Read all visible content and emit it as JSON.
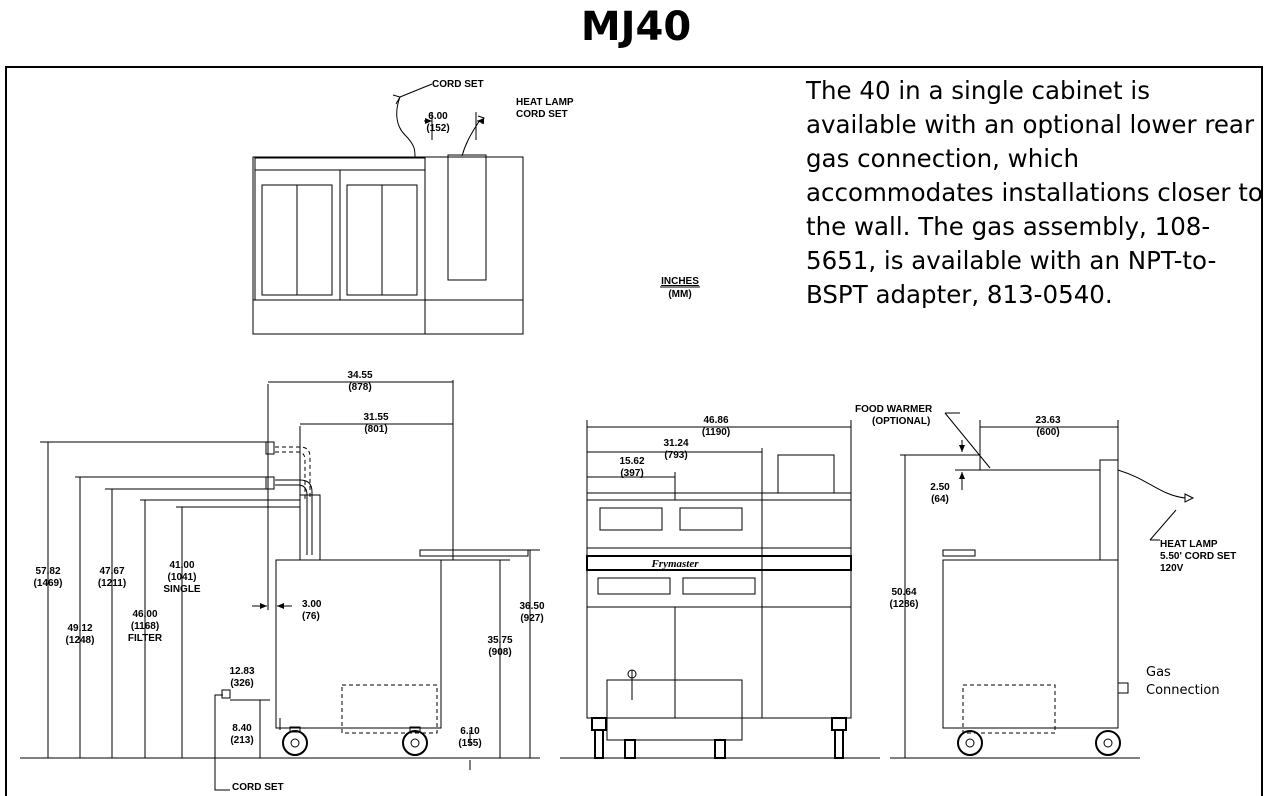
{
  "title": "MJ40",
  "description": "The 40 in a single cabinet is available with an optional lower rear gas connection, which accommodates installations closer to the wall. The gas assembly, 108-5651, is available with an NPT-to-BSPT adapter, 813-0540.",
  "units": {
    "top": "INCHES",
    "bottom": "(MM)"
  },
  "brand": "Frymaster",
  "labels": {
    "cord_set_top": "CORD SET",
    "heat_lamp_cord_set_1": "HEAT LAMP",
    "heat_lamp_cord_set_2": "CORD SET",
    "cord_set_bottom": "CORD SET",
    "food_warmer_1": "FOOD WARMER",
    "food_warmer_2": "(OPTIONAL)",
    "heat_lamp_1": "HEAT LAMP",
    "heat_lamp_2": "5.50' CORD SET",
    "heat_lamp_3": "120V",
    "gas_connection": "Gas Connection"
  },
  "dimensions": {
    "d_600": {
      "in": "6.00",
      "mm": "(152)"
    },
    "d_3455": {
      "in": "34.55",
      "mm": "(878)"
    },
    "d_3155": {
      "in": "31.55",
      "mm": "(801)"
    },
    "d_5782": {
      "in": "57.82",
      "mm": "(1469)"
    },
    "d_4912": {
      "in": "49.12",
      "mm": "(1248)"
    },
    "d_4767": {
      "in": "47.67",
      "mm": "(1211)"
    },
    "d_4600": {
      "in": "46.00",
      "mm": "(1168)",
      "note": "FILTER"
    },
    "d_4100": {
      "in": "41.00",
      "mm": "(1041)",
      "note": "SINGLE"
    },
    "d_300": {
      "in": "3.00",
      "mm": "(76)"
    },
    "d_3650": {
      "in": "36.50",
      "mm": "(927)"
    },
    "d_3575": {
      "in": "35.75",
      "mm": "(908)"
    },
    "d_1283": {
      "in": "12.83",
      "mm": "(326)"
    },
    "d_840": {
      "in": "8.40",
      "mm": "(213)"
    },
    "d_610": {
      "in": "6.10",
      "mm": "(155)"
    },
    "d_4686": {
      "in": "46.86",
      "mm": "(1190)"
    },
    "d_3124": {
      "in": "31.24",
      "mm": "(793)"
    },
    "d_1562": {
      "in": "15.62",
      "mm": "(397)"
    },
    "d_2363": {
      "in": "23.63",
      "mm": "(600)"
    },
    "d_250": {
      "in": "2.50",
      "mm": "(64)"
    },
    "d_5064": {
      "in": "50.64",
      "mm": "(1286)"
    }
  }
}
